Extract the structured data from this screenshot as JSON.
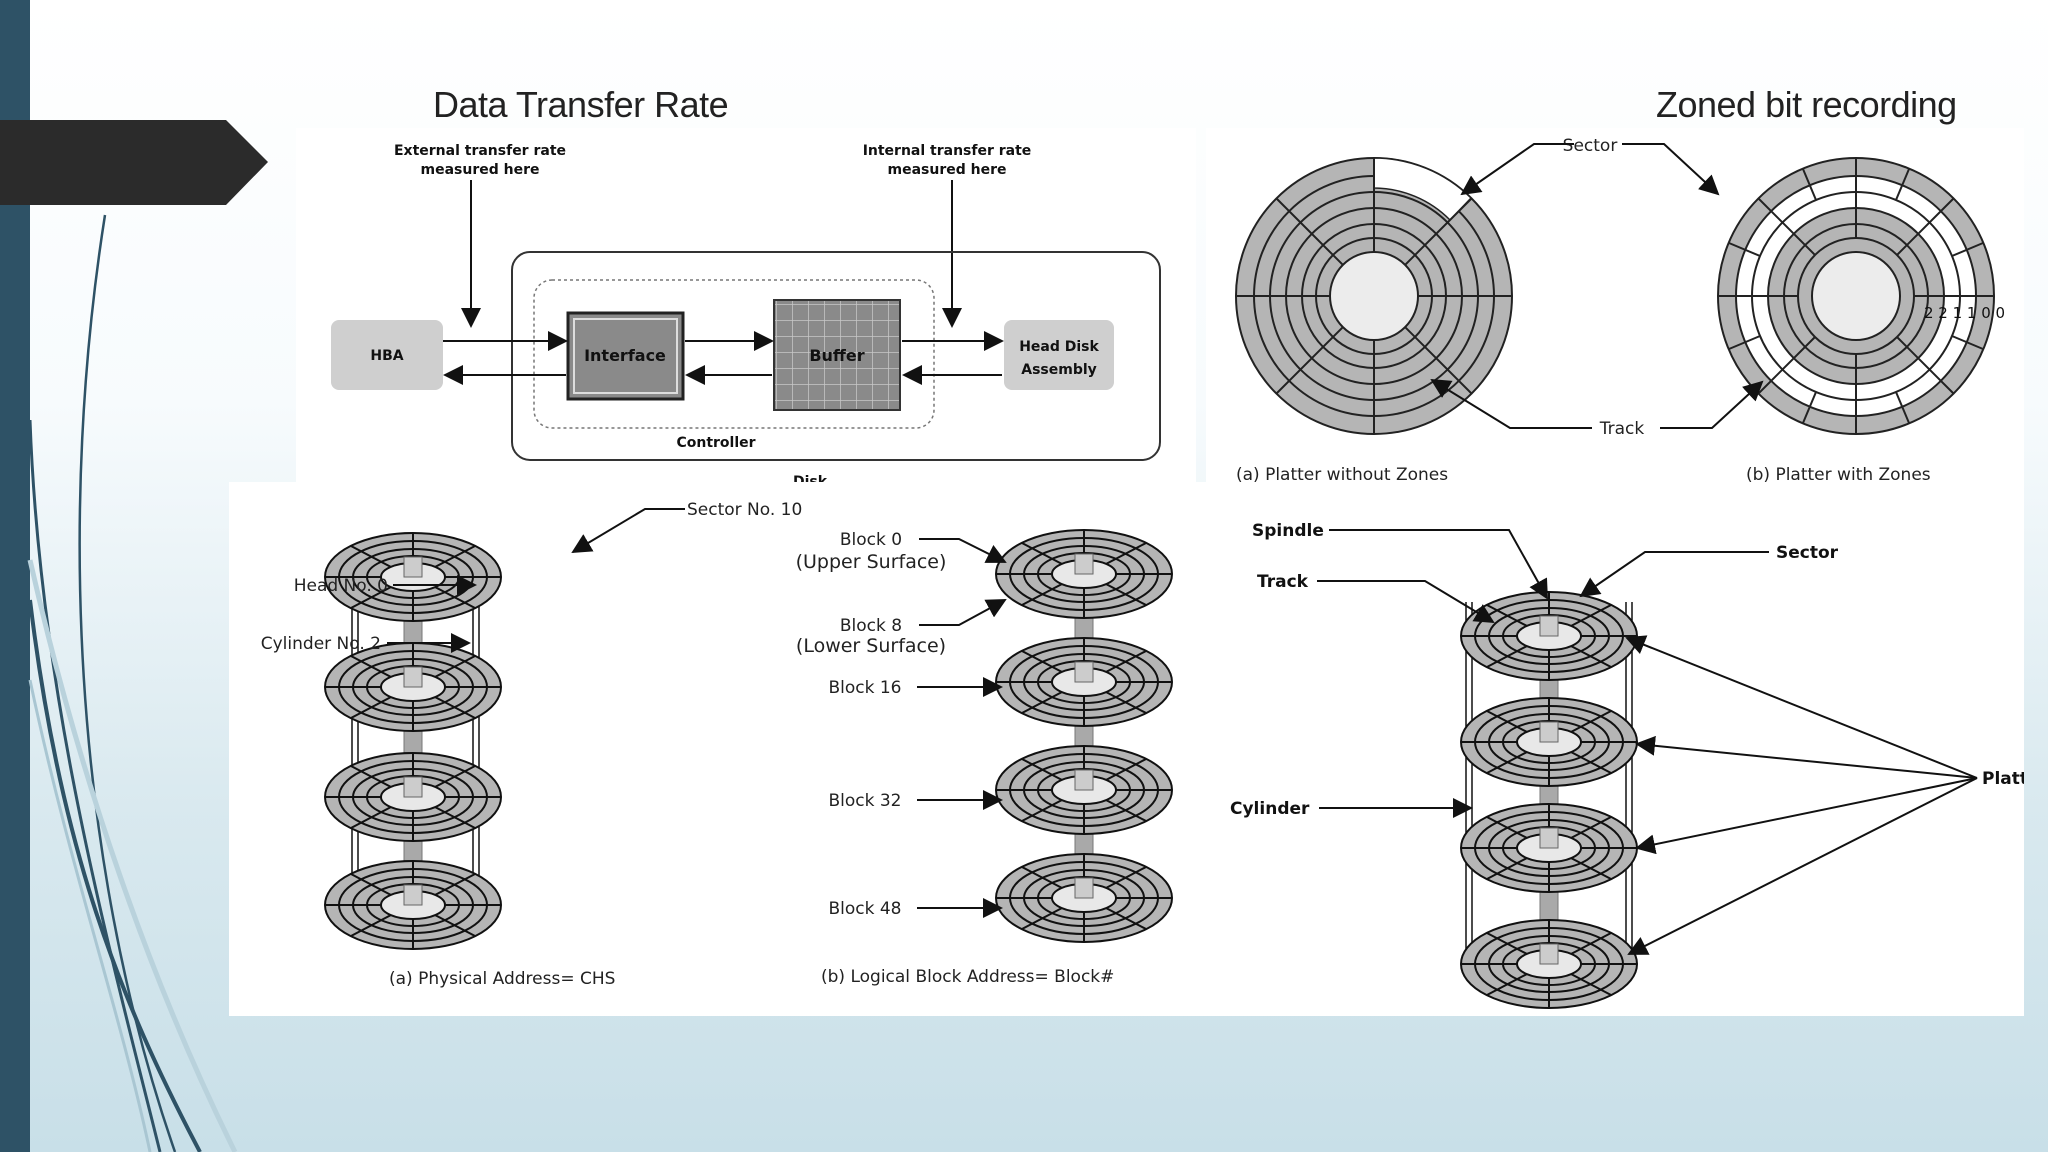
{
  "titles": {
    "left": "Data Transfer Rate",
    "right": "Zoned bit recording"
  },
  "transfer_diagram": {
    "external_label_1": "External transfer rate",
    "external_label_2": "measured here",
    "internal_label_1": "Internal transfer rate",
    "internal_label_2": "measured here",
    "hba": "HBA",
    "interface": "Interface",
    "buffer": "Buffer",
    "hda_1": "Head Disk",
    "hda_2": "Assembly",
    "controller": "Controller",
    "disk": "Disk"
  },
  "zoned_diagram": {
    "sector": "Sector",
    "track": "Track",
    "caption_a": "(a) Platter without Zones",
    "caption_b": "(b) Platter with Zones",
    "zone_numbers": "2 2 1 1 0 0"
  },
  "chs_diagram": {
    "sector_no": "Sector No. 10",
    "head_no": "Head No. 0",
    "cylinder_no": "Cylinder No. 2",
    "caption": "(a) Physical Address= CHS"
  },
  "lba_diagram": {
    "block0": "Block 0",
    "upper": "(Upper Surface)",
    "block8": "Block 8",
    "lower": "(Lower Surface)",
    "block16": "Block 16",
    "block32": "Block 32",
    "block48": "Block 48",
    "caption": "(b) Logical Block Address= Block#"
  },
  "platter_diagram": {
    "spindle": "Spindle",
    "track": "Track",
    "sector": "Sector",
    "cylinder": "Cylinder",
    "platter": "Platter"
  }
}
